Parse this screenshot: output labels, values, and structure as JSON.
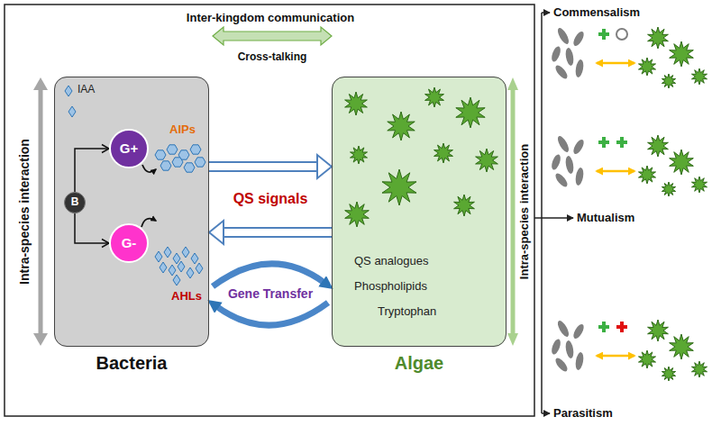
{
  "diagram": {
    "nodes": [
      {
        "text": [
          "Bacteria"
        ]
      },
      {
        "text": [
          "G+"
        ],
        "in": 0
      },
      {
        "text": [
          "G-"
        ],
        "in": 0
      },
      {
        "text": [
          "B"
        ],
        "in": 0
      },
      {
        "text": [
          "Algae",
          "QS analogues",
          "Phospholipids",
          "Tryptophan"
        ]
      }
    ],
    "edges": [
      {
        "from": 3,
        "to": 1,
        "arrow": "to"
      },
      {
        "from": 3,
        "to": 2,
        "arrow": "to"
      },
      {
        "from": 0,
        "to": 4,
        "arrow": "to"
      },
      {
        "from": 4,
        "to": 0,
        "arrow": "to"
      }
    ],
    "labels": [
      "Inter-kingdom communication",
      "Cross-talking",
      "QS signals",
      "Gene Transfer",
      "IAA",
      "AIPs",
      "AHLs",
      "Intra-species interaction",
      "Intra-species interaction",
      "Commensalism",
      "Mutualism",
      "Parasitism"
    ]
  }
}
